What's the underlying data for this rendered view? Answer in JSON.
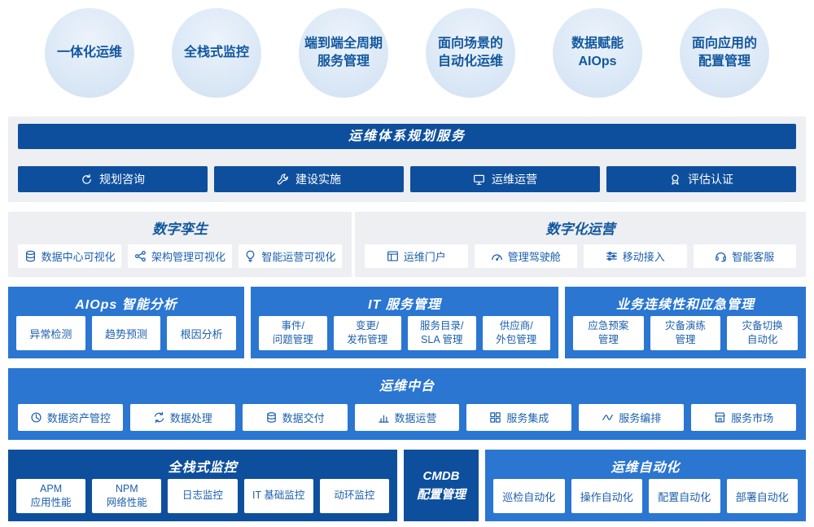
{
  "colors": {
    "navy": "#0e4f9d",
    "blue": "#2a76d1",
    "panel_gray": "#edeff2",
    "circle_fill": "#dbe8f6",
    "text_blue": "#12579e"
  },
  "badges": [
    {
      "line1": "一体化运维",
      "line2": ""
    },
    {
      "line1": "全栈式监控",
      "line2": ""
    },
    {
      "line1": "端到端全周期",
      "line2": "服务管理"
    },
    {
      "line1": "面向场景的",
      "line2": "自动化运维"
    },
    {
      "line1": "数据赋能",
      "line2": "AIOps"
    },
    {
      "line1": "面向应用的",
      "line2": "配置管理"
    }
  ],
  "planning": {
    "title": "运维体系规划服务",
    "items": [
      {
        "label": "规划咨询",
        "icon": "refresh-icon"
      },
      {
        "label": "建设实施",
        "icon": "wrench-icon"
      },
      {
        "label": "运维运营",
        "icon": "monitor-icon"
      },
      {
        "label": "评估认证",
        "icon": "medal-icon"
      }
    ]
  },
  "digital_twin": {
    "title": "数字孪生",
    "items": [
      {
        "label": "数据中心可视化",
        "icon": "database-icon"
      },
      {
        "label": "架构管理可视化",
        "icon": "network-nodes-icon"
      },
      {
        "label": "智能运营可视化",
        "icon": "lightbulb-icon"
      }
    ]
  },
  "digital_ops": {
    "title": "数字化运营",
    "items": [
      {
        "label": "运维门户",
        "icon": "window-icon"
      },
      {
        "label": "管理驾驶舱",
        "icon": "gauge-icon"
      },
      {
        "label": "移动接入",
        "icon": "sliders-icon"
      },
      {
        "label": "智能客服",
        "icon": "headset-icon"
      }
    ]
  },
  "aiops": {
    "title": "AIOps 智能分析",
    "items": [
      {
        "label": "异常检测"
      },
      {
        "label": "趋势预测"
      },
      {
        "label": "根因分析"
      }
    ]
  },
  "itsm": {
    "title": "IT 服务管理",
    "items": [
      {
        "line1": "事件/",
        "line2": "问题管理"
      },
      {
        "line1": "变更/",
        "line2": "发布管理"
      },
      {
        "line1": "服务目录/",
        "line2": "SLA 管理"
      },
      {
        "line1": "供应商/",
        "line2": "外包管理"
      }
    ]
  },
  "bcm": {
    "title": "业务连续性和应急管理",
    "items": [
      {
        "line1": "应急预案",
        "line2": "管理"
      },
      {
        "line1": "灾备演练",
        "line2": "管理"
      },
      {
        "line1": "灾备切换",
        "line2": "自动化"
      }
    ]
  },
  "middle_platform": {
    "title": "运维中台",
    "items": [
      {
        "label": "数据资产管控",
        "icon": "clock-icon"
      },
      {
        "label": "数据处理",
        "icon": "sync-arrows-icon"
      },
      {
        "label": "数据交付",
        "icon": "coins-icon"
      },
      {
        "label": "数据运营",
        "icon": "bar-chart-icon"
      },
      {
        "label": "服务集成",
        "icon": "grid-icon"
      },
      {
        "label": "服务编排",
        "icon": "wave-flow-icon"
      },
      {
        "label": "服务市场",
        "icon": "storefront-icon"
      }
    ]
  },
  "monitoring": {
    "title": "全栈式监控",
    "items": [
      {
        "line1": "APM",
        "line2": "应用性能"
      },
      {
        "line1": "NPM",
        "line2": "网络性能"
      },
      {
        "line1": "日志监控",
        "line2": ""
      },
      {
        "line1": "IT 基础监控",
        "line2": ""
      },
      {
        "line1": "动环监控",
        "line2": ""
      }
    ]
  },
  "cmdb": {
    "line1": "CMDB",
    "line2": "配置管理"
  },
  "automation": {
    "title": "运维自动化",
    "items": [
      {
        "label": "巡检自动化"
      },
      {
        "label": "操作自动化"
      },
      {
        "label": "配置自动化"
      },
      {
        "label": "部署自动化"
      }
    ]
  }
}
